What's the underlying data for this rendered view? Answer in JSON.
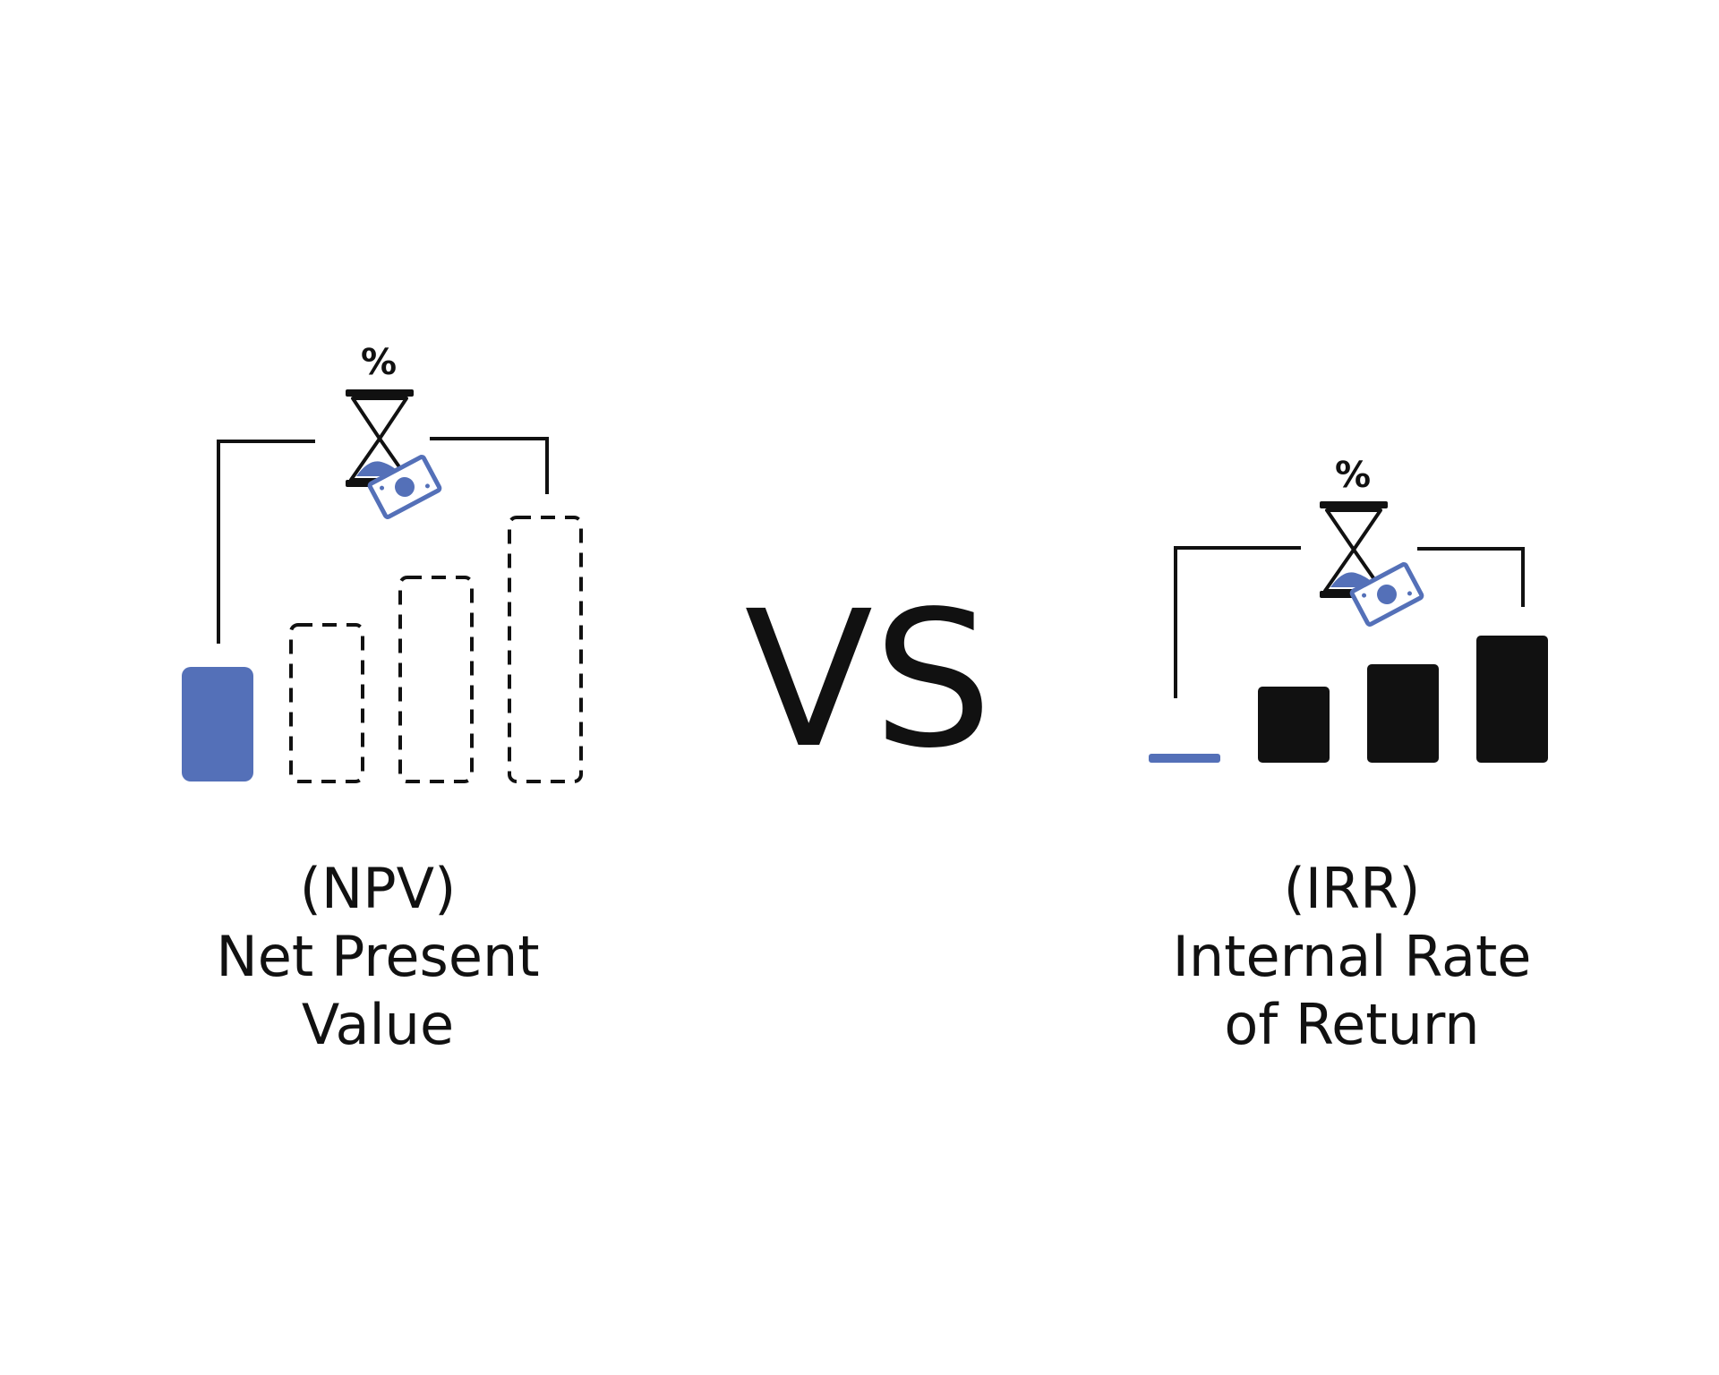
{
  "colors": {
    "accent": "#5470b8",
    "ink": "#111111",
    "background": "#ffffff"
  },
  "npv": {
    "percent_symbol": "%",
    "abbreviation": "(NPV)",
    "name_line1": "Net Present",
    "name_line2": "Value",
    "icons": [
      "hourglass-icon",
      "banknote-icon"
    ]
  },
  "vs_label": "VS",
  "irr": {
    "percent_symbol": "%",
    "abbreviation": "(IRR)",
    "name_line1": "Internal Rate",
    "name_line2": "of Return",
    "icons": [
      "hourglass-icon",
      "banknote-icon"
    ]
  }
}
